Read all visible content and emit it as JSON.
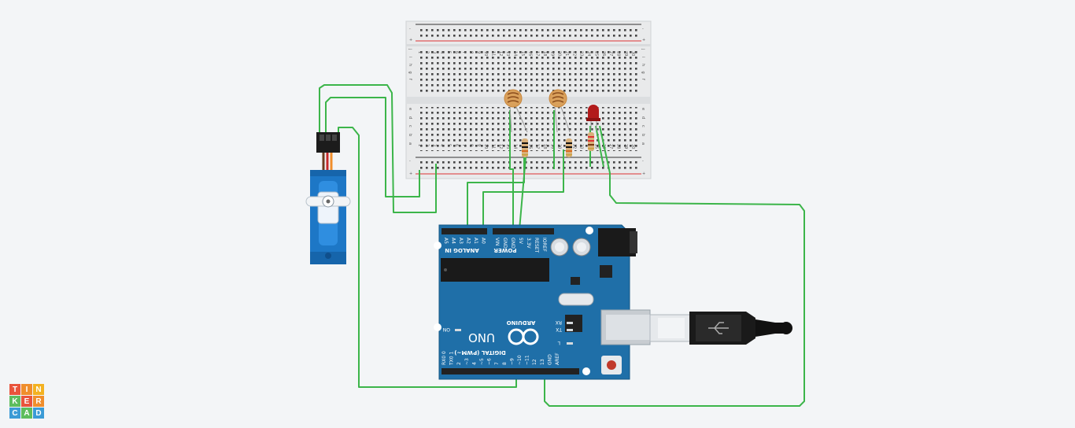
{
  "breadboard": {
    "rail_minus": "-",
    "rail_plus": "+",
    "row_letters_top": [
      "j",
      "i",
      "h",
      "g",
      "f"
    ],
    "row_letters_bottom": [
      "e",
      "d",
      "c",
      "b",
      "a"
    ],
    "column_numbers": [
      "1",
      "2",
      "3",
      "4",
      "5",
      "6",
      "7",
      "8",
      "9",
      "10",
      "11",
      "12",
      "13",
      "14",
      "15",
      "16",
      "17",
      "18",
      "19",
      "20",
      "21",
      "22",
      "23",
      "24",
      "25",
      "26",
      "27",
      "28",
      "29",
      "30"
    ]
  },
  "arduino": {
    "brand": "ARDUINO",
    "model": "UNO",
    "analog_label": "ANALOG IN",
    "analog_pins": [
      "A5",
      "A4",
      "A3",
      "A2",
      "A1",
      "A0"
    ],
    "power_label": "POWER",
    "power_pins": [
      "VIN",
      "GND",
      "GND",
      "5V",
      "3.3V",
      "RESET",
      "IOREF"
    ],
    "digital_label": "DIGITAL (PWM~)",
    "digital_pins": [
      "RX0 0",
      "TX0 1",
      "2",
      "~3",
      "4",
      "~5",
      "~6",
      "7",
      "8",
      "~9",
      "~10",
      "~11",
      "12",
      "13",
      "GND",
      "AREF"
    ],
    "led_labels": [
      "ON",
      "RX",
      "TX",
      "L"
    ]
  },
  "logo": {
    "letters": [
      "T",
      "I",
      "N",
      "K",
      "E",
      "R",
      "C",
      "A",
      "D"
    ],
    "colors": [
      "#e9543c",
      "#f08e2c",
      "#f3b221",
      "#5dbd5d",
      "#e9543c",
      "#f08e2c",
      "#3b9bd6",
      "#5dbd5d",
      "#3b9bd6"
    ]
  }
}
